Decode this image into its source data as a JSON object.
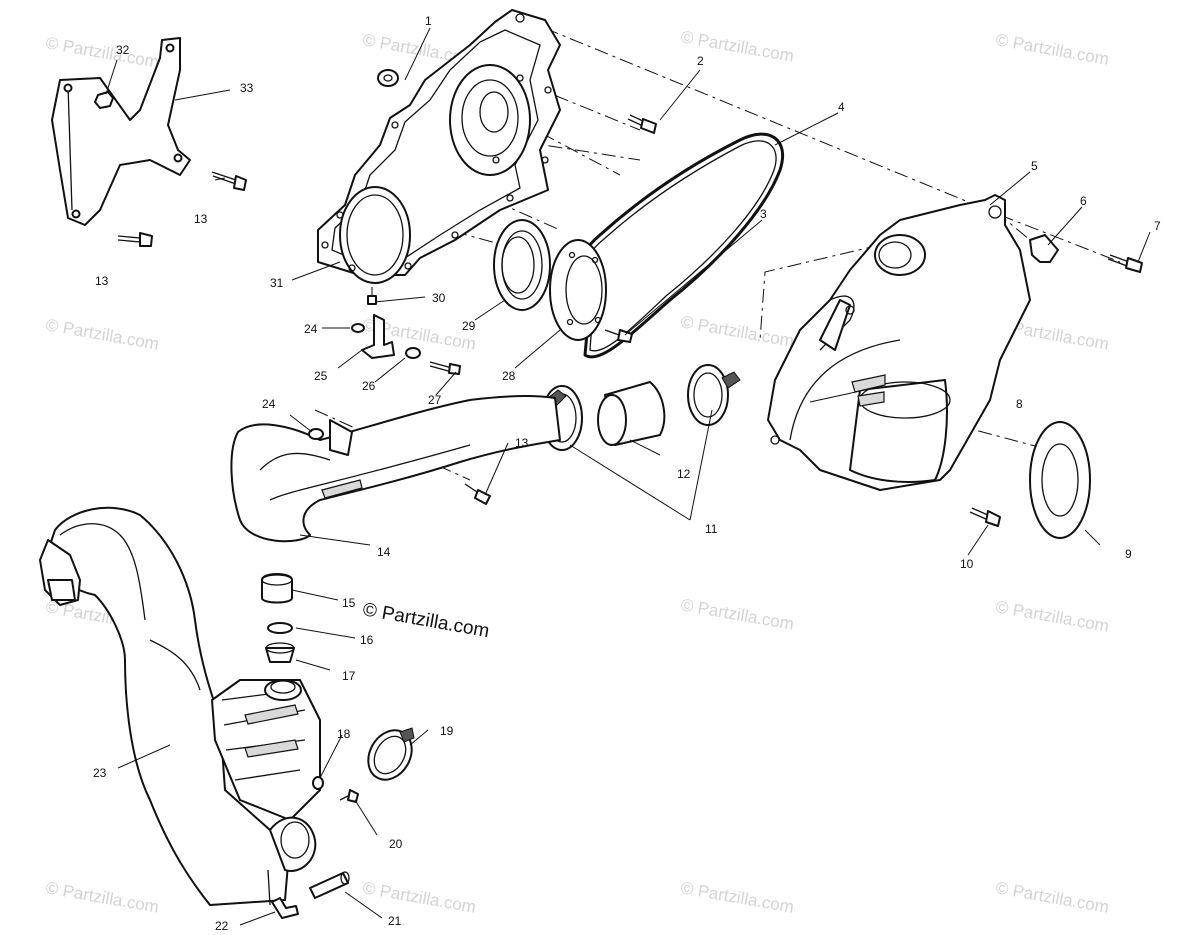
{
  "diagram": {
    "callouts": [
      "1",
      "2",
      "3",
      "4",
      "5",
      "6",
      "7",
      "8",
      "9",
      "10",
      "11",
      "12",
      "13",
      "13",
      "13",
      "14",
      "15",
      "16",
      "17",
      "18",
      "19",
      "20",
      "21",
      "22",
      "23",
      "24",
      "24",
      "25",
      "26",
      "27",
      "28",
      "29",
      "30",
      "31",
      "32",
      "33"
    ],
    "watermark_small": "© Partzilla.com",
    "watermark_main": "© Partzilla.com"
  }
}
